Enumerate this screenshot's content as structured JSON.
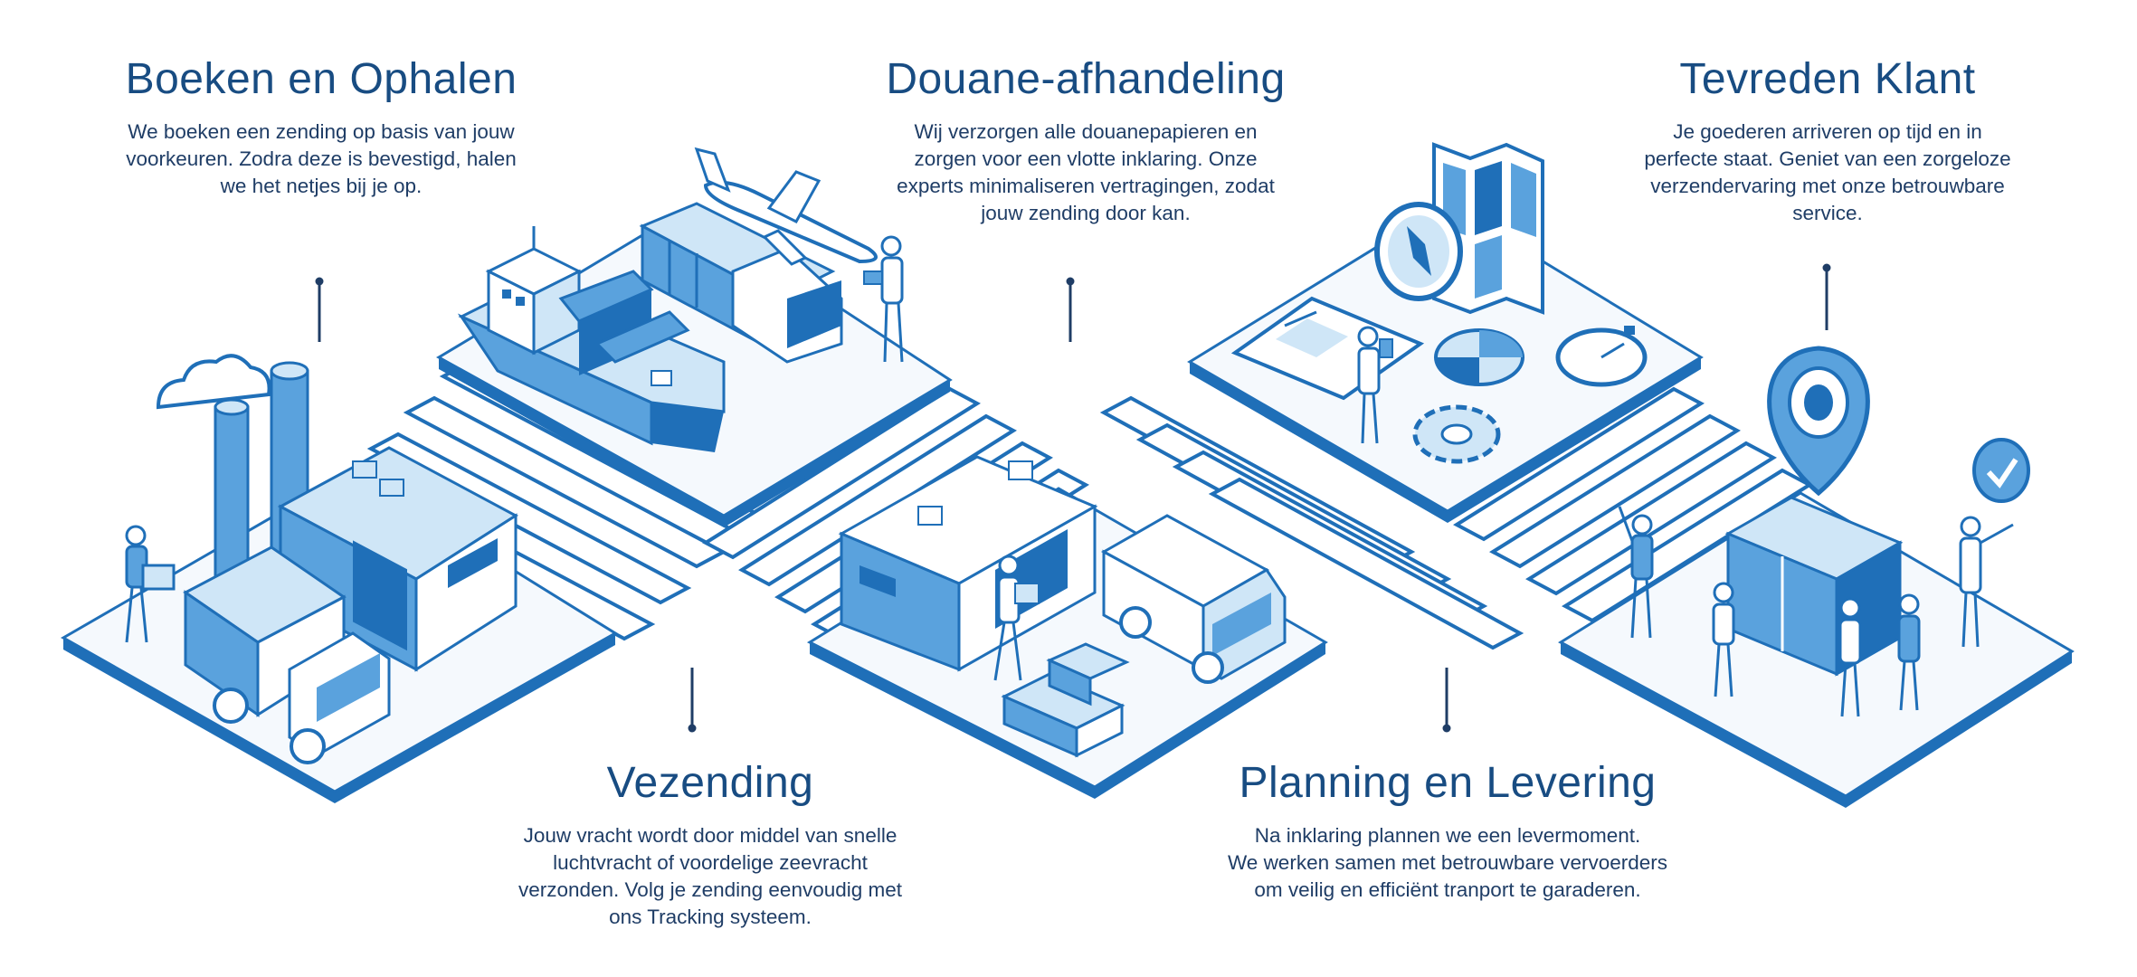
{
  "colors": {
    "primary": "#1f6fb8",
    "light": "#cfe6f7",
    "mid": "#5aa2dd",
    "title": "#184c82",
    "text": "#1f3d66"
  },
  "steps": [
    {
      "title": "Boeken en Ophalen",
      "lines": [
        "We boeken een zending op basis van jouw",
        "voorkeuren. Zodra deze is bevestigd, halen",
        "we het netjes bij je op."
      ]
    },
    {
      "title": "Douane-afhandeling",
      "lines": [
        "Wij verzorgen alle douanepapieren en",
        "zorgen voor een vlotte inklaring. Onze",
        "experts minimaliseren vertragingen, zodat",
        "jouw zending door kan."
      ]
    },
    {
      "title": "Tevreden Klant",
      "lines": [
        "Je goederen arriveren op tijd en in",
        "perfecte staat. Geniet van een zorgeloze",
        "verzendervaring met onze betrouwbare",
        "service."
      ]
    },
    {
      "title": "Vezending",
      "lines": [
        "Jouw vracht wordt door middel van snelle",
        "luchtvracht of voordelige zeevracht",
        "verzonden. Volg je zending eenvoudig met",
        "ons Tracking systeem."
      ]
    },
    {
      "title": "Planning en Levering",
      "lines": [
        "Na inklaring plannen we een levermoment.",
        "We werken samen met betrouwbare vervoerders",
        "om veilig en efficiënt tranport te garaderen."
      ]
    }
  ],
  "icons": [
    "factory-icon",
    "truck-icon",
    "ship-icon",
    "airplane-icon",
    "warehouse-icon",
    "delivery-van-icon",
    "map-icon",
    "compass-icon",
    "clipboard-icon",
    "pie-chart-icon",
    "stopwatch-icon",
    "gear-icon",
    "location-pin-icon",
    "package-icon",
    "checkmark-icon",
    "cloud-icon"
  ]
}
